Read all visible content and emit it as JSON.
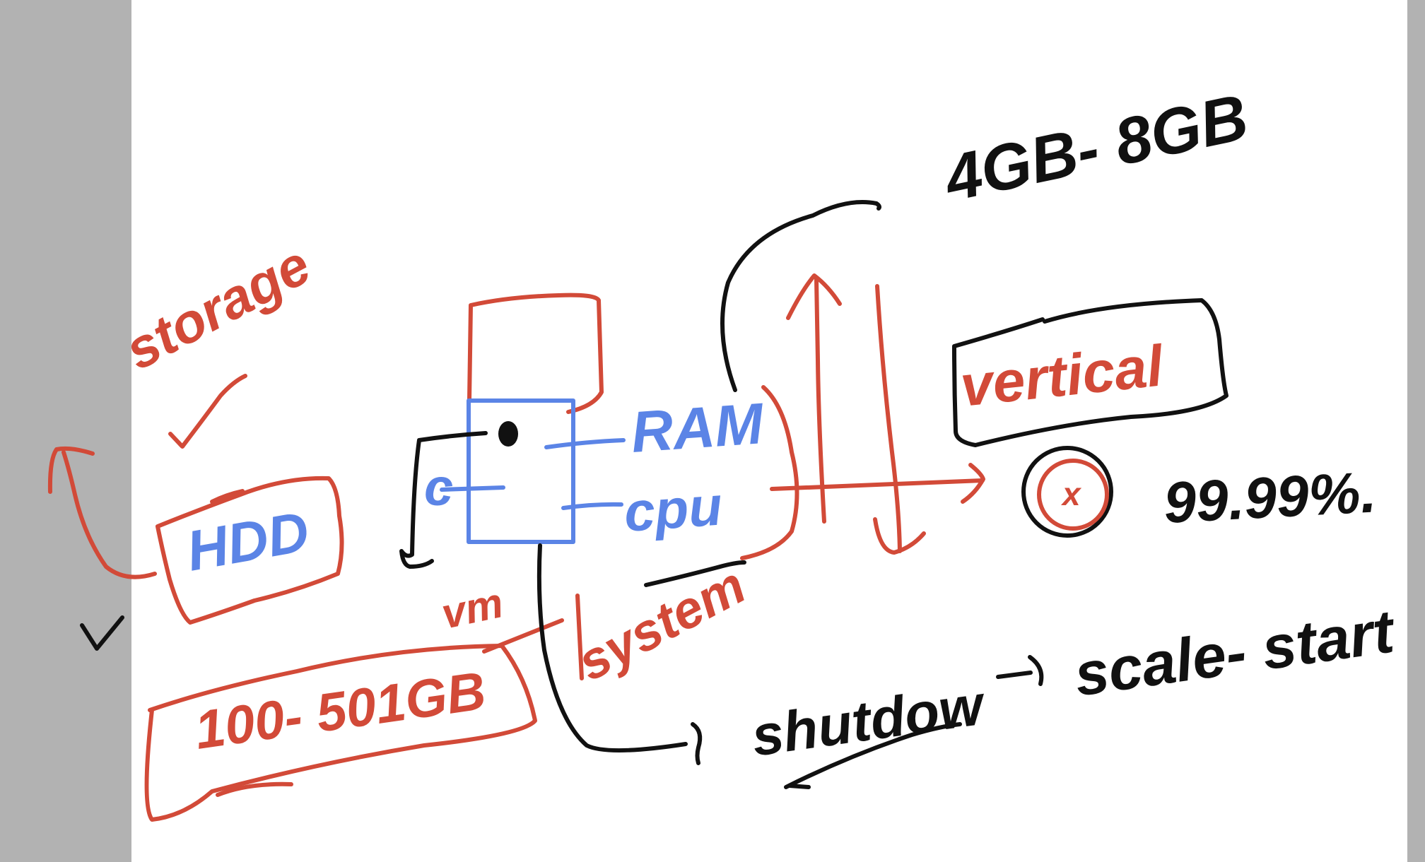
{
  "colors": {
    "red": "#d24a38",
    "blue": "#5b84e6",
    "black": "#111111",
    "panel_gray": "#b2b2b2"
  },
  "labels": {
    "storage": "storage",
    "hdd": "HDD",
    "vm": "vm",
    "c": "c",
    "ram": "RAM",
    "cpu": "cpu",
    "system": "system",
    "range_storage": "100- 501GB",
    "range_ram": "4GB- 8GB",
    "vertical": "vertical",
    "x_mark": "x",
    "percent": "99.99%.",
    "shutdown": "shutdow",
    "scale_start": "scale- start"
  }
}
